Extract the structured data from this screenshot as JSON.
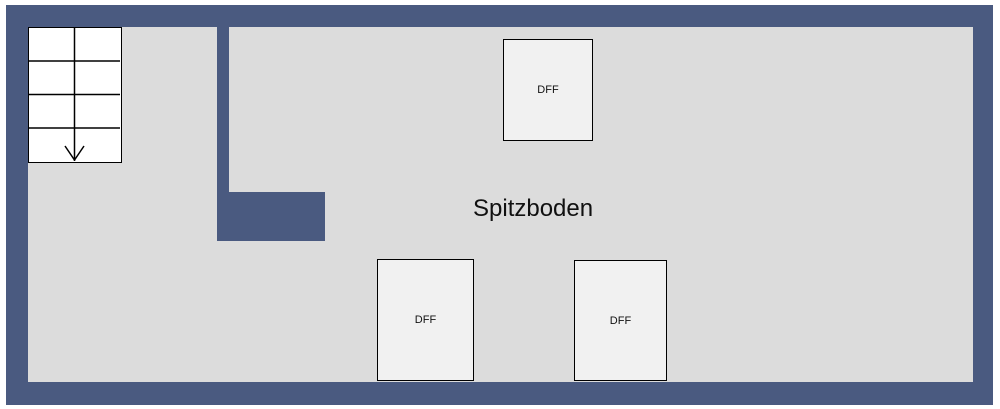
{
  "room": {
    "name": "Spitzboden"
  },
  "windows": [
    {
      "label": "DFF"
    },
    {
      "label": "DFF"
    },
    {
      "label": "DFF"
    }
  ],
  "stairs": {
    "icon": "arrow-down-icon",
    "direction": "down"
  },
  "colors": {
    "wall": "#4a5a80",
    "floor": "#dcdcdc",
    "window": "#f1f1f1"
  }
}
